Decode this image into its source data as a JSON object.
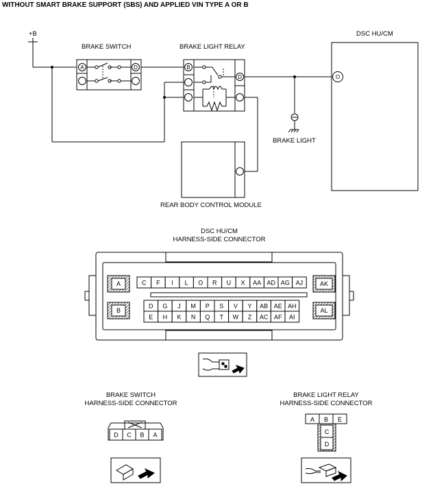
{
  "title": "WITHOUT SMART BRAKE SUPPORT (SBS) AND APPLIED VIN TYPE A OR B",
  "schematic": {
    "supply_label": "+B",
    "brake_switch": {
      "label": "BRAKE SWITCH",
      "terminals": [
        "A",
        "D"
      ]
    },
    "brake_light_relay": {
      "label": "BRAKE LIGHT RELAY",
      "terminals": [
        "B",
        "D"
      ]
    },
    "dsc_hu_cm": {
      "label": "DSC HU/CM",
      "terminal": "O"
    },
    "brake_light": {
      "label": "BRAKE LIGHT"
    },
    "rbcm": {
      "label": "REAR BODY CONTROL MODULE"
    }
  },
  "dsc_connector": {
    "title_line1": "DSC HU/CM",
    "title_line2": "HARNESS-SIDE CONNECTOR",
    "big_pins": [
      "A",
      "B",
      "AK",
      "AL"
    ],
    "top_row": [
      "C",
      "F",
      "I",
      "L",
      "O",
      "R",
      "U",
      "X",
      "AA",
      "AD",
      "AG",
      "AJ"
    ],
    "mid_row": [
      "D",
      "G",
      "J",
      "M",
      "P",
      "S",
      "V",
      "Y",
      "AB",
      "AE",
      "AH"
    ],
    "bot_row": [
      "E",
      "H",
      "K",
      "N",
      "Q",
      "T",
      "W",
      "Z",
      "AC",
      "AF",
      "AI"
    ]
  },
  "brake_switch_connector": {
    "title_line1": "BRAKE SWITCH",
    "title_line2": "HARNESS-SIDE CONNECTOR",
    "pins": [
      "D",
      "C",
      "B",
      "A"
    ]
  },
  "relay_connector": {
    "title_line1": "BRAKE LIGHT RELAY",
    "title_line2": "HARNESS-SIDE CONNECTOR",
    "top_pins": [
      "A",
      "B",
      "E"
    ],
    "col_pins": [
      "C",
      "D"
    ]
  }
}
